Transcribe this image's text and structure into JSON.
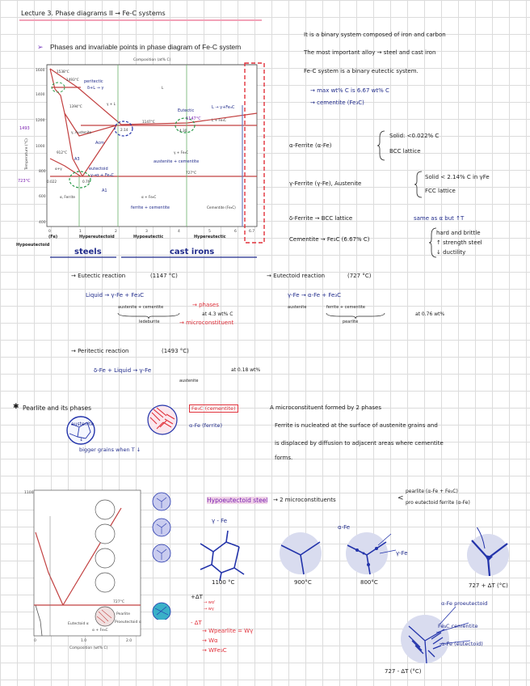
{
  "header": {
    "lecture": "Lecture 3. Phase diagrams II → Fe-C systems"
  },
  "slide": {
    "bullet_title": "Phases and invariable points in phase diagram of Fe-C system",
    "axis_top": "Composition (at% C)",
    "axis_left": "Temperature (°C)",
    "x_ticks": [
      "0",
      "1",
      "2",
      "3",
      "4",
      "5",
      "6",
      "6.7"
    ],
    "y_ticks": [
      "1600",
      "1400",
      "1200",
      "1000",
      "800",
      "600",
      "400"
    ],
    "labels": {
      "t1538": "1538°C",
      "t1493": "1493°C",
      "t1394": "1394°C",
      "t1147": "1147°C",
      "t912": "912°C",
      "t727": "727°C",
      "gamma_L": "γ + L",
      "gamma_aust": "γ, Austenite",
      "L": "L",
      "L_fe3c": "L + Fe₃C",
      "alpha_ferrite": "α, Ferrite",
      "gamma_fe3c": "γ + Fe₃C",
      "alpha_fe3c": "α + Fe₃C",
      "cementite": "Cementite (Fe₃C)",
      "c214": "2.14",
      "c43": "4.30",
      "alpha_gamma": "α+γ",
      "c076": "0.76",
      "c0022": "0.022"
    },
    "region_labels": [
      "(Fe)",
      "Hypereutectoid",
      "Hypoeutectic",
      "Hypereutectic"
    ],
    "hypoeutectoid": "Hypoeutectoid",
    "steels": "steels",
    "cast_irons": "cast irons"
  },
  "annotations": {
    "peritectic": "peritectic",
    "peritectic_sub": "δ+L → γ",
    "ac": "Acm",
    "eutectic": "Eutectic",
    "eutectic_eq": "L → γ+Fe₃C",
    "eutectoid": "eutectoid",
    "eutectoid_eq": "γ→α + Fe₃C",
    "a3": "A3",
    "a1": "A1",
    "t1493": "1493",
    "t723": "723°C",
    "t1147": "1147°C",
    "aust_cem": "austenite + cementite",
    "ferrite_cem": "ferrite + cementite"
  },
  "intro": {
    "l1": "It is a binary system composed of iron and carbon",
    "l2": "The most important alloy → steel and cast iron",
    "l3": "Fe-C system is a binary eutectic system.",
    "l4": "→ max wt% C is 6.67 wt% C",
    "l5": "→ cementite (Fe₃C)"
  },
  "phases": [
    {
      "name": "α-Ferrite (α-Fe)",
      "p1": "Solid: <0.022% C",
      "p2": "BCC lattice"
    },
    {
      "name": "γ-Ferrite (γ-Fe), Austenite",
      "p1": "Solid < 2.14% C in γFe",
      "p2": "FCC lattice"
    },
    {
      "name": "δ-Ferrite → BCC lattice",
      "p1": "same as α but ↑T",
      "p2": ""
    },
    {
      "name": "Cementite → Fe₃C (6.67% C)",
      "p1": "hard and brittle",
      "p2": "↑ strength steel",
      "p3": "↓ ductility"
    }
  ],
  "reactions": {
    "eutectic_title": "→ Eutectic reaction",
    "eutectic_temp": "(1147 °C)",
    "eutectic_eq": "Liquid → γ-Fe + Fe₃C",
    "eutectic_sub": "austenite + cementite",
    "eutectic_ledeburite": "ledeburite",
    "eutectic_phases": "→ phases",
    "eutectic_at": "at 4.3 wt% C",
    "eutectic_micro": "→ microconstituent",
    "eutectoid_title": "→ Eutectoid reaction",
    "eutectoid_temp": "(727 °C)",
    "eutectoid_eq": "γ-Fe → α-Fe + Fe₃C",
    "eutectoid_sub1": "austenite",
    "eutectoid_sub2": "ferrite + cementite",
    "eutectoid_pearlite": "pearlite",
    "eutectoid_at": "at 0.76 wt%",
    "peritectic_title": "→ Peritectic reaction",
    "peritectic_temp": "(1493 °C)",
    "peritectic_eq": "δ-Fe + Liquid → γ-Fe",
    "peritectic_at": "at 0.18 wt%",
    "peritectic_sub": "austenite"
  },
  "pearlite": {
    "title": "Pearlite and its phases",
    "fe3c": "Fe₃C (cementite)",
    "afe": "α-Fe (ferrite)",
    "austenite": "austenite",
    "grains": "bigger grains when T ↓",
    "desc1": "A microconstituent formed by 2 phases",
    "desc2": "Ferrite is nucleated at the surface of austenite grains and",
    "desc3": "is displaced by diffusion to adjacent areas where cementite",
    "desc4": "forms."
  },
  "hypo": {
    "title": "Hypoeutectoid steel",
    "arrow": "→ 2 microconstituents",
    "c1": "pearlite (α-Fe + Fe₃C)",
    "c2": "pro eutectoid ferrite (α-Fe)",
    "gfe": "γ - Fe",
    "t1100": "1100 °C",
    "t900": "900°C",
    "t800": "800°C",
    "t727": "727 + ΔT (°C)",
    "afe": "α-Fe",
    "gfe2": "γ-Fe",
    "plus_dt": "+ΔT",
    "w_a": "→ wα'",
    "w_gamma": "→ wγ",
    "minus_dt": "- ΔT",
    "w_pearlite": "→ Wpearlite = Wγ",
    "w_alpha": "→ Wα",
    "w_fe3c": "→ WFe₃C",
    "pro": "α-Fe proeutectoid",
    "fe3c_cem": "Fe₃C cementite",
    "afe_eut": "α-Fe (eutectoid)",
    "t727m": "727 - ΔT (°C)"
  },
  "mini": {
    "xlabel": "Composition (wt% C)",
    "pearlite": "Pearlite",
    "proeut": "Proeutectoid α",
    "eutectoid": "Eutectoid α",
    "afe3c": "α + Fe₃C",
    "t727": "727°C",
    "y1100": "1100",
    "x_ticks": [
      "0",
      "1.0",
      "2.0"
    ]
  }
}
